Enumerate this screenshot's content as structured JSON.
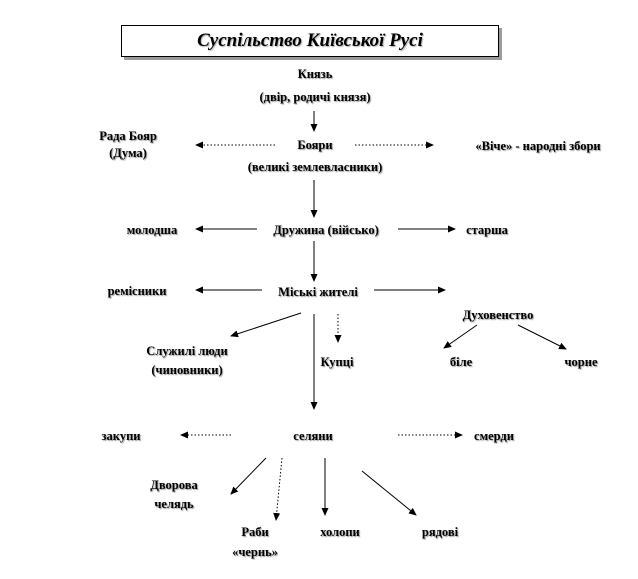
{
  "title": "Суспільство Київської Русі",
  "nodes": {
    "knyaz": {
      "line1": "Князь",
      "line2": "(двір, родичі князя)"
    },
    "rada": {
      "line1": "Рада Бояр",
      "line2": "(Дума)"
    },
    "boyary": {
      "line1": "Бояри",
      "line2": "(великі землевласники)"
    },
    "viche": {
      "line1": "«Віче»  - народні збори"
    },
    "molodsha": {
      "line1": "молодша"
    },
    "druzhyna": {
      "line1": "Дружина (військо)"
    },
    "starsha": {
      "line1": "старша"
    },
    "remisnyky": {
      "line1": "ремісники"
    },
    "miski": {
      "line1": "Міські  жителі"
    },
    "dukhovenstvo": {
      "line1": "Духовенство"
    },
    "sluzhyli": {
      "line1": "Служилі люди",
      "line2": "(чиновники)"
    },
    "kuptsi": {
      "line1": "Купці"
    },
    "bile": {
      "line1": "біле"
    },
    "chorne": {
      "line1": "чорне"
    },
    "zakupy": {
      "line1": "закупи"
    },
    "selyany": {
      "line1": "селяни"
    },
    "smerdy": {
      "line1": "смерди"
    },
    "dvorova": {
      "line1": "Дворова",
      "line2": "челядь"
    },
    "raby": {
      "line1": "Раби",
      "line2": "«чернь»"
    },
    "kholopy": {
      "line1": "холопи"
    },
    "ryadovi": {
      "line1": "рядові"
    }
  },
  "colors": {
    "text": "#000000",
    "line": "#000000",
    "shadow": "#9a9a9a"
  }
}
